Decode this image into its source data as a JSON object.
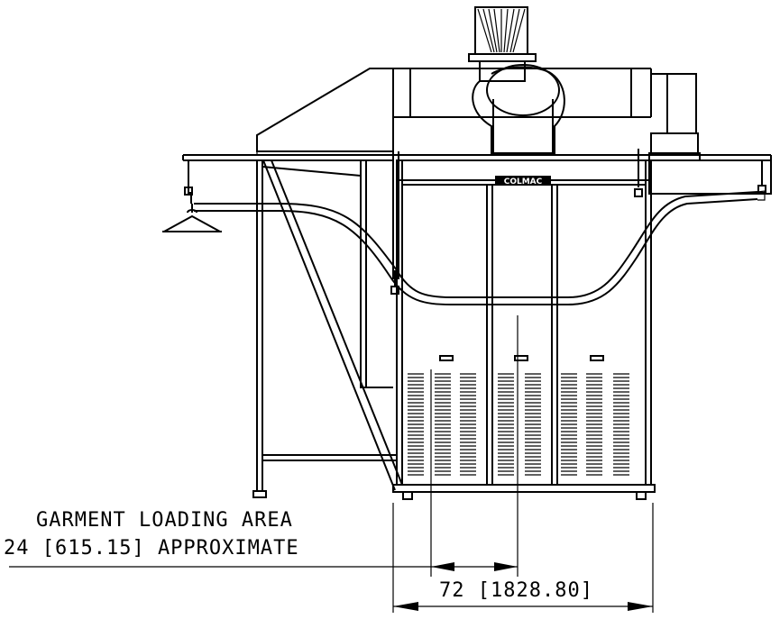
{
  "drawing": {
    "brand_label": "COLMAC",
    "loading_area_label": "GARMENT LOADING AREA",
    "loading_area_dimension": "24 [615.15] APPROXIMATE",
    "width_dimension": "72 [1828.80]"
  }
}
